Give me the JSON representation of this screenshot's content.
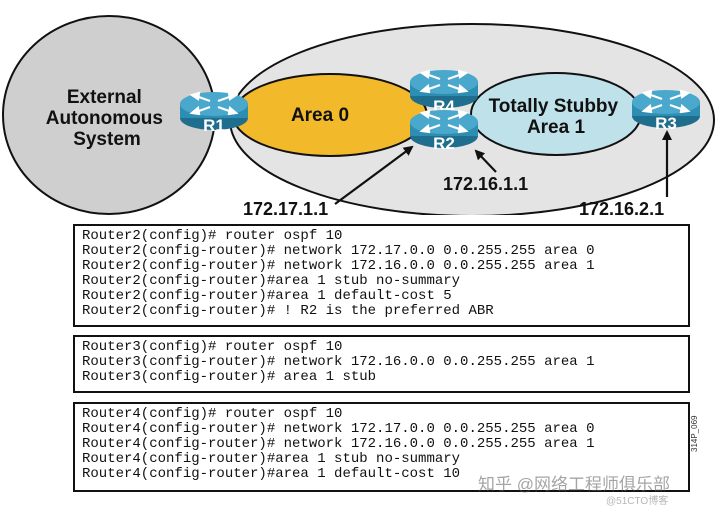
{
  "diagram": {
    "external": [
      "External",
      "Autonomous",
      "System"
    ],
    "area0": "Area 0",
    "stubby": [
      "Totally Stubby",
      "Area 1"
    ],
    "routers": {
      "r1": "R1",
      "r2": "R2",
      "r3": "R3",
      "r4": "R4"
    },
    "ips": {
      "r2_link": "172.17.1.1",
      "r4_link": "172.16.1.1",
      "r3_link": "172.16.2.1"
    },
    "colors": {
      "external": "#cfcfcf",
      "outer": "#e4e4e4",
      "area0": "#f2b92a",
      "stubby": "#bfe1ea",
      "router": "#2f8fb5"
    }
  },
  "config_r2": [
    "Router2(config)# router ospf 10",
    "Router2(config-router)# network 172.17.0.0 0.0.255.255 area 0",
    "Router2(config-router)# network 172.16.0.0 0.0.255.255 area 1",
    "Router2(config-router)#area 1 stub no-summary",
    "Router2(config-router)#area 1 default-cost 5",
    "Router2(config-router)# ! R2 is the preferred ABR"
  ],
  "config_r3": [
    "Router3(config)# router ospf 10",
    "Router3(config-router)# network 172.16.0.0 0.0.255.255 area 1",
    "Router3(config-router)# area 1 stub"
  ],
  "config_r4": [
    "Router4(config)# router ospf 10",
    "Router4(config-router)# network 172.17.0.0 0.0.255.255 area 0",
    "Router4(config-router)# network 172.16.0.0 0.0.255.255 area 1",
    "Router4(config-router)#area 1 stub no-summary",
    "Router4(config-router)#area 1 default-cost 10"
  ],
  "figure_tag": "314P_069",
  "watermark": "知乎 @网络工程师俱乐部",
  "watermark2": "@51CTO博客"
}
